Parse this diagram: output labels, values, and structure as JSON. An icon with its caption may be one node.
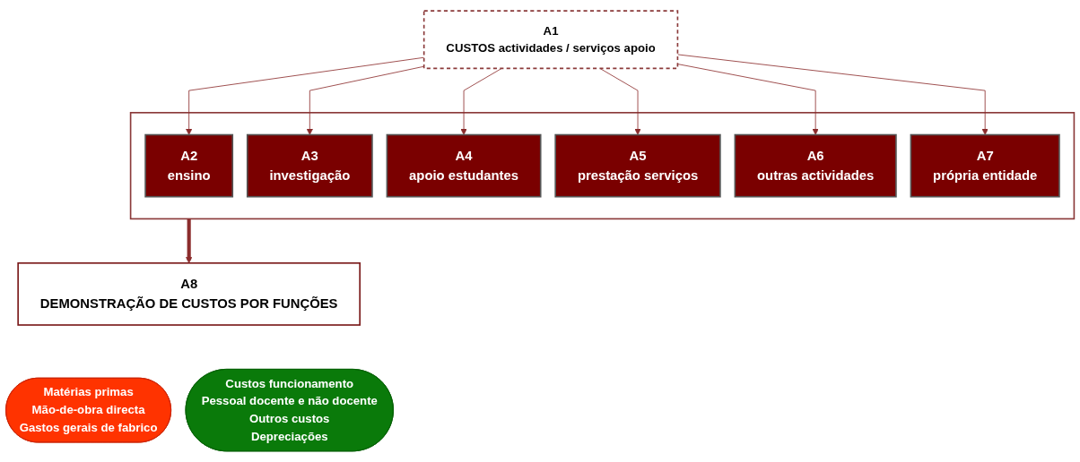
{
  "diagram": {
    "nodes": [
      {
        "text": [
          "A1",
          "CUSTOS actividades / serviços apoio"
        ]
      },
      {
        "text": [],
        "shape": "box"
      },
      {
        "text": [
          "A2",
          "ensino"
        ],
        "in": 1
      },
      {
        "text": [
          "A3",
          "investigação"
        ],
        "in": 1
      },
      {
        "text": [
          "A4",
          "apoio estudantes"
        ],
        "in": 1
      },
      {
        "text": [
          "A5",
          "prestação serviços"
        ],
        "in": 1
      },
      {
        "text": [
          "A6",
          "outras actividades"
        ],
        "in": 1
      },
      {
        "text": [
          "A7",
          "própria entidade"
        ],
        "in": 1
      },
      {
        "text": [
          "A8",
          "DEMONSTRAÇÃO DE CUSTOS POR FUNÇÕES"
        ]
      },
      {
        "text": [
          "Matérias primas",
          "Mão-de-obra directa",
          "Gastos gerais de fabrico"
        ]
      },
      {
        "text": [
          "Custos funcionamento",
          "Pessoal docente e não docente",
          "Outros custos",
          "Depreciações"
        ]
      }
    ],
    "edges": [
      {
        "from": 0,
        "to": 2,
        "arrow": "to"
      },
      {
        "from": 0,
        "to": 3,
        "arrow": "to"
      },
      {
        "from": 0,
        "to": 4,
        "arrow": "to"
      },
      {
        "from": 0,
        "to": 5,
        "arrow": "to"
      },
      {
        "from": 0,
        "to": 6,
        "arrow": "to"
      },
      {
        "from": 0,
        "to": 7,
        "arrow": "to"
      },
      {
        "from": 1,
        "to": 8,
        "arrow": "to",
        "style": "thick"
      }
    ]
  }
}
